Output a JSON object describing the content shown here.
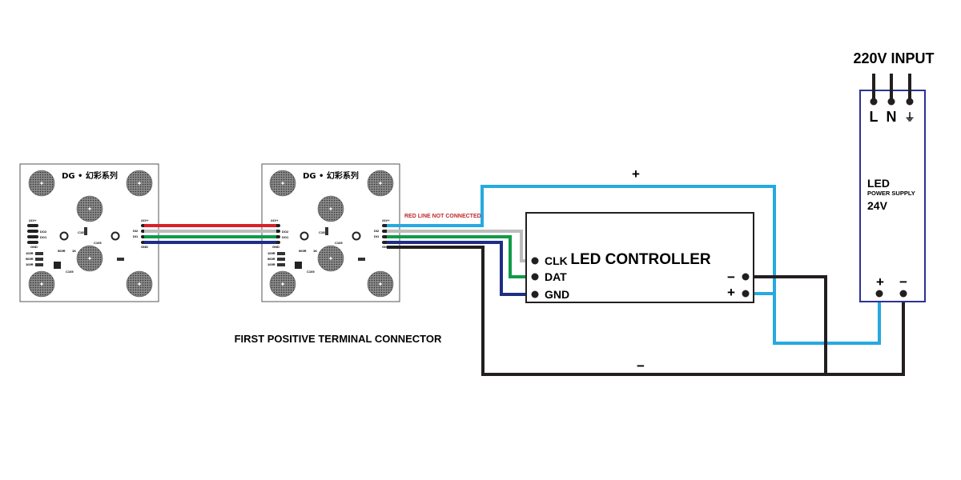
{
  "panel": {
    "title": "DG • 幻彩系列",
    "silk": {
      "v24_top": "24V+",
      "do2": "DO2",
      "do1": "DO1",
      "gnd": "GND",
      "v24_right": "24V+",
      "di2": "DI2",
      "di1": "DI1",
      "gnd_right": "GND",
      "c105_top": "C105",
      "c105_mid": "C105",
      "c105_bot": "C105",
      "r100_a": "100R",
      "r560": "560R",
      "r100_b": "100R",
      "r500": "500R",
      "r1k": "1K"
    }
  },
  "annotations": {
    "red_line_note": "RED LINE NOT CONNECTED",
    "first_connector": "FIRST POSITIVE TERMINAL CONNECTOR",
    "plus_top": "+",
    "minus_bottom": "−"
  },
  "controller": {
    "title": "LED CONTROLLER",
    "clk": "CLK",
    "dat": "DAT",
    "gnd": "GND",
    "minus": "−",
    "plus": "+"
  },
  "power_supply": {
    "input_label": "220V INPUT",
    "pin_l": "L",
    "pin_n": "N",
    "pin_e": "⏚",
    "title": "LED",
    "subtitle": "POWER SUPPLY",
    "voltage": "24V",
    "plus": "+",
    "minus": "−"
  },
  "colors": {
    "red": "#d9202a",
    "white": "#bdbdbd",
    "green": "#0f9b48",
    "navy": "#1e2e86",
    "blue": "#26a9e0",
    "black": "#231f20"
  }
}
